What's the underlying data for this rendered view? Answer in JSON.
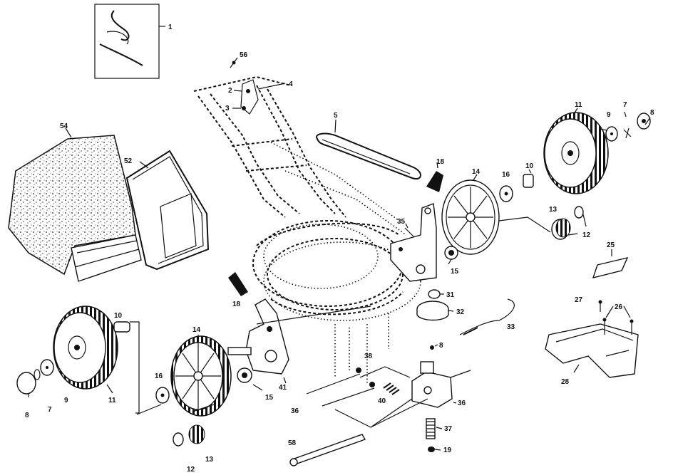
{
  "labels": {
    "p1": "1",
    "p2": "2",
    "p3": "3",
    "p4": "4",
    "p5": "5",
    "p7a": "7",
    "p7b": "7",
    "p8a": "8",
    "p8b": "8",
    "p8c": "8",
    "p9a": "9",
    "p9b": "9",
    "p10a": "10",
    "p10b": "10",
    "p11a": "11",
    "p11b": "11",
    "p12a": "12",
    "p12b": "12",
    "p13a": "13",
    "p13b": "13",
    "p14a": "14",
    "p14b": "14",
    "p15a": "15",
    "p15b": "15",
    "p16a": "16",
    "p16b": "16",
    "p18a": "18",
    "p18b": "18",
    "p19": "19",
    "p25": "25",
    "p26": "26",
    "p27": "27",
    "p28": "28",
    "p31": "31",
    "p32": "32",
    "p33": "33",
    "p35": "35",
    "p36a": "36",
    "p36b": "36",
    "p37": "37",
    "p38": "38",
    "p40": "40",
    "p41": "41",
    "p52": "52",
    "p54": "54",
    "p56": "56",
    "p58": "58"
  }
}
